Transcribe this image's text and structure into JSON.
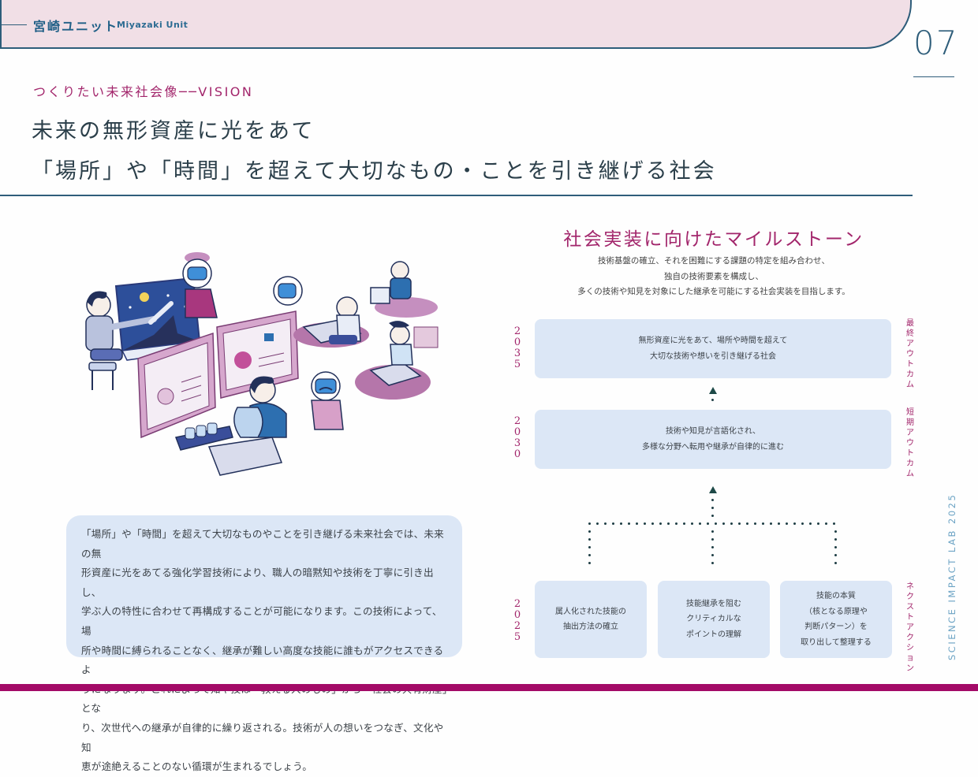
{
  "header": {
    "unit_jp": "宮崎ユニット",
    "unit_en": "Miyazaki Unit",
    "page_number": "07"
  },
  "vision": {
    "label": "つくりたい未来社会像──VISION",
    "headline_line1": "未来の無形資産に光をあて",
    "headline_line2": "「場所」や「時間」を超えて大切なもの・ことを引き継げる社会"
  },
  "illustration": {
    "description": "Illustration of people and robots creating art, pottery and documenting skills",
    "icon": "people-robots-crafts-illustration"
  },
  "body": {
    "lines": [
      "「場所」や「時間」を超えて大切なものやことを引き継げる未来社会では、未来の無",
      "形資産に光をあてる強化学習技術により、職人の暗黙知や技術を丁寧に引き出し、",
      "学ぶ人の特性に合わせて再構成することが可能になります。この技術によって、場",
      "所や時間に縛られることなく、継承が難しい高度な技能に誰もがアクセスできるよ",
      "うになります。これによって知や技は「教える人のもの」から「社会の共有財産」とな",
      "り、次世代への継承が自律的に繰り返される。技術が人の想いをつなぎ、文化や知",
      "恵が途絶えることのない循環が生まれるでしょう。"
    ]
  },
  "milestones": {
    "title": "社会実装に向けたマイルストーン",
    "description": [
      "技術基盤の確立、それを困難にする課題の特定を組み合わせ、",
      "独自の技術要素を構成し、",
      "多くの技術や知見を対象にした継承を可能にする社会実装を目指します。"
    ],
    "stages": [
      {
        "year": "2035",
        "category": "最終アウトカム",
        "lines": [
          "無形資産に光をあて、場所や時間を超えて",
          "大切な技術や想いを引き継げる社会"
        ]
      },
      {
        "year": "2030",
        "category": "短期アウトカム",
        "lines": [
          "技術や知見が言語化され、",
          "多様な分野へ転用や継承が自律的に進む"
        ]
      },
      {
        "year": "2025",
        "category": "ネクストアクション",
        "actions": [
          {
            "lines": [
              "属人化された技能の",
              "抽出方法の確立"
            ]
          },
          {
            "lines": [
              "技能継承を阻む",
              "クリティカルな",
              "ポイントの理解"
            ]
          },
          {
            "lines": [
              "技能の本質",
              "（核となる原理や",
              "判断パターン）を",
              "取り出して整理する"
            ]
          }
        ]
      }
    ]
  },
  "side_label": "SCIENCE IMPACT LAB 2025",
  "colors": {
    "accent_magenta": "#a2256b",
    "navy": "#2e5d7a",
    "header_pink": "#f1dfe6",
    "card_blue": "#dce7f6",
    "footer_magenta": "#a30a67"
  }
}
